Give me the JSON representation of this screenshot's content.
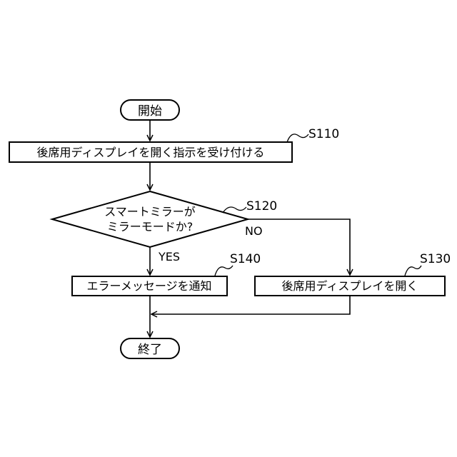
{
  "flowchart": {
    "start": {
      "label": "開始"
    },
    "end": {
      "label": "終了"
    },
    "steps": {
      "s110": {
        "ref": "S110",
        "label": "後席用ディスプレイを開く指示を受け付ける"
      },
      "s120": {
        "ref": "S120",
        "line1": "スマートミラーが",
        "line2": "ミラーモードか?"
      },
      "s130": {
        "ref": "S130",
        "label": "後席用ディスプレイを開く"
      },
      "s140": {
        "ref": "S140",
        "label": "エラーメッセージを通知"
      }
    },
    "branches": {
      "yes": "YES",
      "no": "NO"
    }
  }
}
